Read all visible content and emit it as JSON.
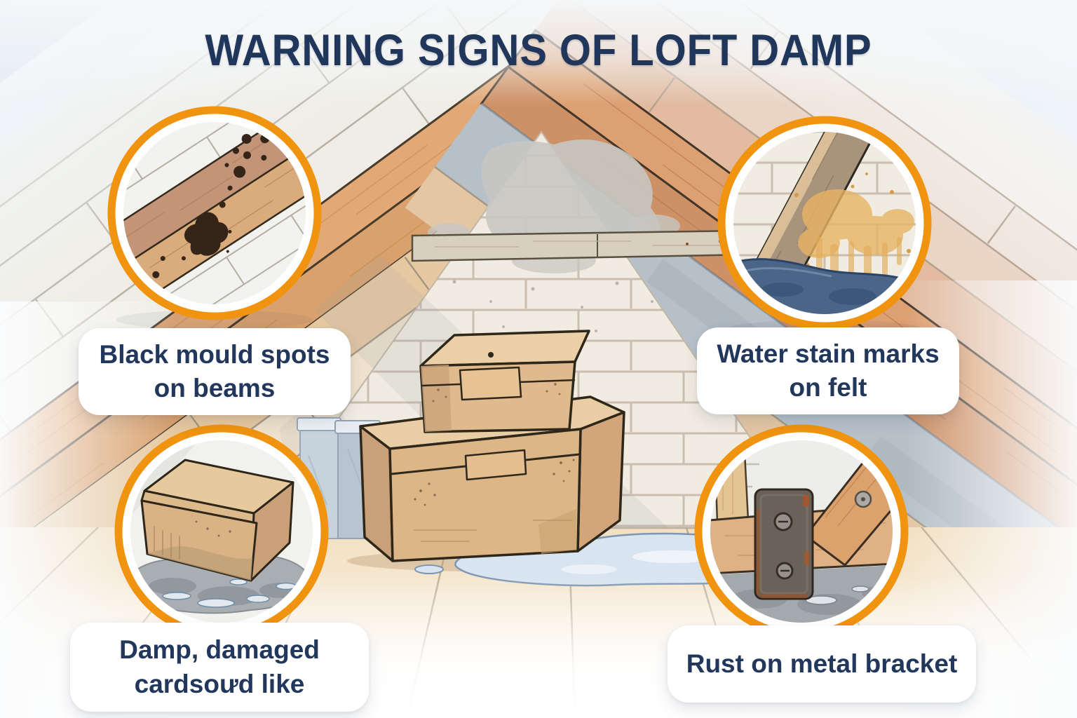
{
  "title": "WARNING SIGNS OF LOFT DAMP",
  "colors": {
    "accent_orange": "#F0930F",
    "text_navy": "#22375C",
    "label_background": "#FFFFFF"
  },
  "callouts": [
    {
      "id": "black-mould",
      "position": "top-left",
      "illustration": "mould-spots-on-beam-icon",
      "label": "Black mould spots\non beams"
    },
    {
      "id": "water-stain",
      "position": "top-right",
      "illustration": "water-stained-felt-icon",
      "label": "Water stain marks\non felt"
    },
    {
      "id": "damp-cardboard",
      "position": "bottom-left",
      "illustration": "damp-cardboard-box-icon",
      "label": "Damp, damaged\ncardsoưd like"
    },
    {
      "id": "rust-bracket",
      "position": "bottom-right",
      "illustration": "rusty-metal-bracket-icon",
      "label": "Rust on metal bracket"
    }
  ]
}
